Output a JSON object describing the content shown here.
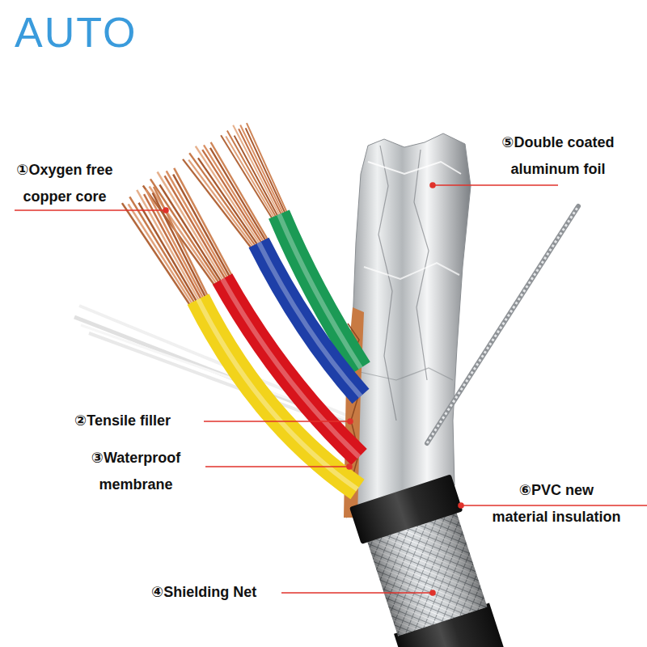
{
  "diagram": {
    "labels": [
      "AUTO",
      "①Oxygen free copper core",
      "⑤Double coated aluminum foil",
      "②Tensile filler",
      "③Waterproof membrane",
      "⑥PVC new material insulation",
      "④Shielding Net"
    ]
  }
}
